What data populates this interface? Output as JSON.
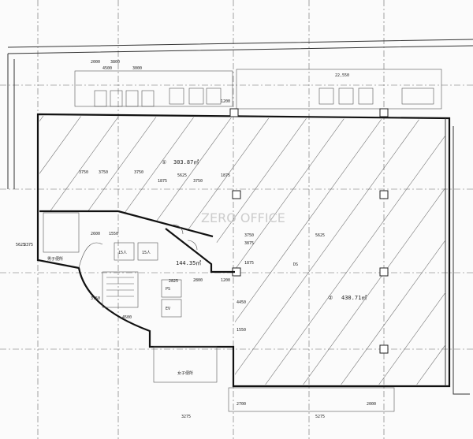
{
  "plan": {
    "areas": [
      {
        "id": "①",
        "value": "303.87㎡"
      },
      {
        "id": "",
        "value": "144.35㎡"
      },
      {
        "id": "②",
        "value": "430.71㎡"
      }
    ],
    "watermark": "ZERO OFFICE",
    "dimensions": {
      "top": [
        "2000",
        "3800",
        "4500",
        "3000",
        "22,550",
        "1200"
      ],
      "upper": [
        "5625",
        "1875",
        "3750",
        "1875",
        "3750",
        "3750",
        "3750"
      ],
      "middle": [
        "2800",
        "1200",
        "2600",
        "1550",
        "2825",
        "3750",
        "3875",
        "1875"
      ],
      "vertical": [
        "5625",
        "3375",
        "4450",
        "5625",
        "3750",
        "1550"
      ],
      "lower": [
        "4500",
        "2700",
        "3275",
        "2000",
        "5275"
      ]
    },
    "room_labels": [
      "15人",
      "15人",
      "男子便所",
      "女子便所",
      "PS",
      "EV",
      "DS"
    ]
  }
}
